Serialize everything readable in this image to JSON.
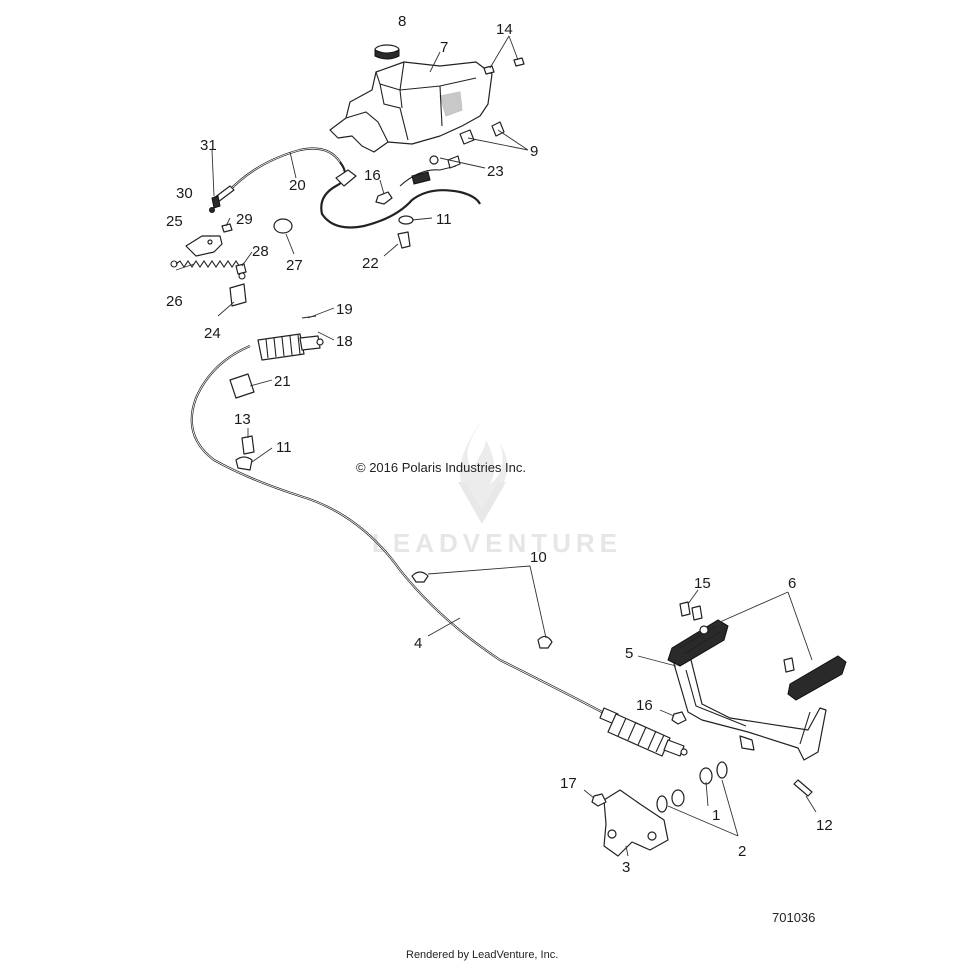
{
  "copyright": "© 2016  Polaris Industries Inc.",
  "watermark_text": "LEADVENTURE",
  "diagram_number": "701036",
  "footer": "Rendered by LeadVenture, Inc.",
  "callouts": {
    "c1": "1",
    "c2": "2",
    "c3": "3",
    "c4": "4",
    "c5": "5",
    "c6": "6",
    "c7": "7",
    "c8": "8",
    "c9": "9",
    "c10": "10",
    "c11a": "11",
    "c11b": "11",
    "c12": "12",
    "c13": "13",
    "c14": "14",
    "c15": "15",
    "c16a": "16",
    "c16b": "16",
    "c17": "17",
    "c18": "18",
    "c19": "19",
    "c20": "20",
    "c21": "21",
    "c22": "22",
    "c23": "23",
    "c24": "24",
    "c25": "25",
    "c26": "26",
    "c27": "27",
    "c28": "28",
    "c29": "29",
    "c30": "30",
    "c31": "31"
  },
  "colors": {
    "line": "#222222",
    "watermark": "#e6e6e6",
    "background": "#ffffff"
  },
  "icons": {
    "watermark_logo": "flame-v-logo"
  }
}
